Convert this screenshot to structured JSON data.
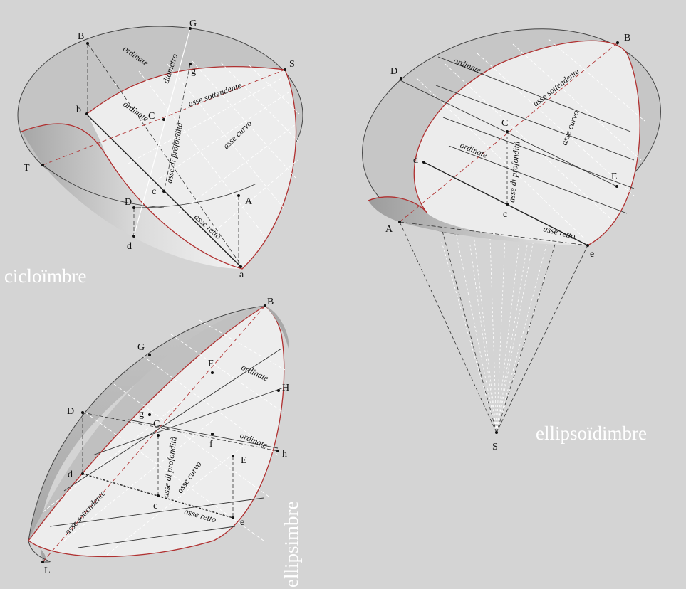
{
  "titles": {
    "cycloid": "cicloïmbre",
    "ellipsoid": "ellipsoïdimbre",
    "ellipse": "ellipsimbre"
  },
  "cycloid": {
    "points": {
      "B": "B",
      "G": "G",
      "g": "g",
      "S": "S",
      "b": "b",
      "C": "C",
      "T": "T",
      "c": "c",
      "D": "D",
      "A": "A",
      "d": "d",
      "a": "a"
    },
    "axes": {
      "ordinate_top": "ordinate",
      "diametro": "diametro",
      "asse_sottendente": "asse sottendente",
      "ordinate_mid": "ordinate",
      "asse_profondita": "asse di profondità",
      "asse_curvo": "asse curvo",
      "asse_retto": "asse retto"
    }
  },
  "ellipsoid": {
    "points": {
      "D": "D",
      "B": "B",
      "C": "C",
      "d": "d",
      "E": "E",
      "c": "c",
      "A": "A",
      "e": "e",
      "S": "S"
    },
    "axes": {
      "ordinate_top": "ordinate",
      "asse_sottendente": "asse sottendente",
      "asse_curvo": "asse curvo",
      "ordinate_mid": "ordinate",
      "asse_profondita": "asse di profondità",
      "asse_retto": "asse retto"
    }
  },
  "ellipse": {
    "points": {
      "B": "B",
      "G": "G",
      "F": "F",
      "H": "H",
      "D": "D",
      "g": "g",
      "C": "C",
      "f": "f",
      "E": "E",
      "h": "h",
      "d": "d",
      "c": "c",
      "e": "e",
      "L": "L"
    },
    "axes": {
      "ordinate_1": "ordinate",
      "ordinate_2": "ordinate",
      "asse_profondita": "asse di profondità",
      "asse_curvo": "asse curvo",
      "asse_sottendente": "asse sottendente",
      "asse_retto": "asse retto"
    }
  }
}
